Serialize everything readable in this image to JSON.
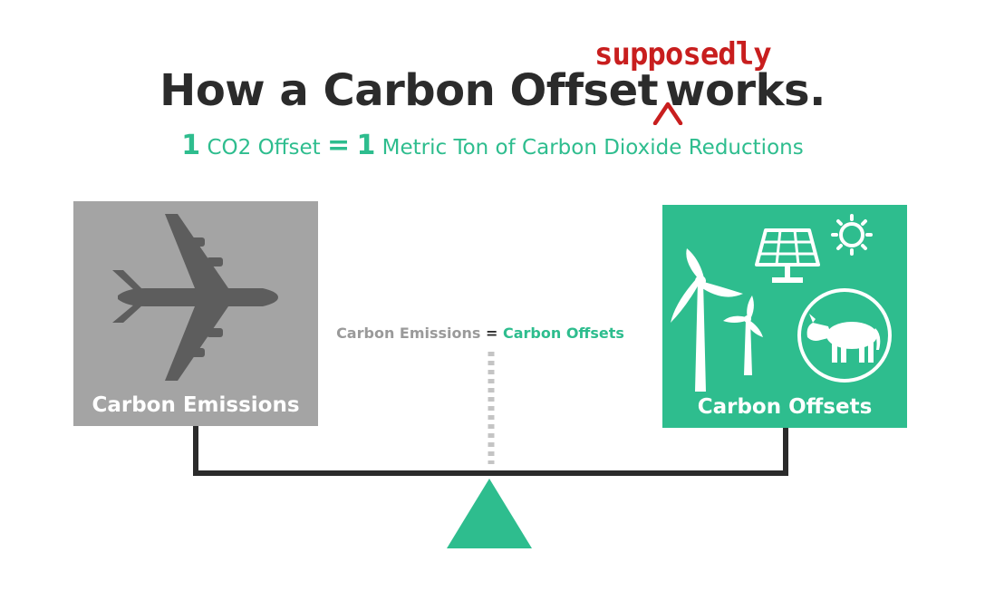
{
  "title": {
    "part1": "How a Carbon Offset",
    "part2": "works.",
    "insertion": "supposedly"
  },
  "subtitle": {
    "num1": "1",
    "text1": "CO2 Offset",
    "equals": "=",
    "num2": "1",
    "text2": "Metric Ton of Carbon Dioxide Reductions"
  },
  "left_box": {
    "label": "Carbon Emissions",
    "icon": "airplane-icon"
  },
  "right_box": {
    "label": "Carbon Offsets",
    "icons": [
      "wind-turbine-icon",
      "solar-panel-icon",
      "sun-icon",
      "cow-icon"
    ]
  },
  "equation": {
    "left": "Carbon Emissions",
    "op": "=",
    "right": "Carbon Offsets"
  },
  "colors": {
    "green": "#2ebd8e",
    "gray_box": "#a4a4a4",
    "dark_text": "#2b2b2b",
    "red_annotation": "#c81e1e",
    "plane": "#5d5d5d"
  }
}
